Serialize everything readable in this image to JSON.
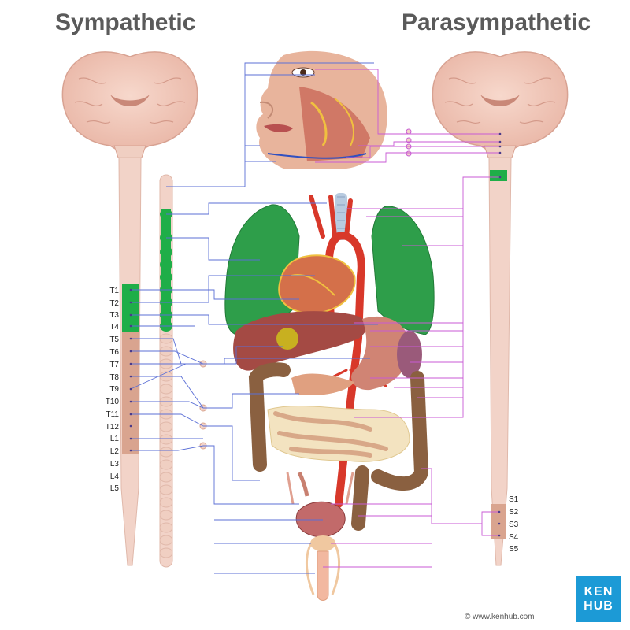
{
  "titles": {
    "left": "Sympathetic",
    "right": "Parasympathetic"
  },
  "segments": {
    "thoracolumbar": [
      "T1",
      "T2",
      "T3",
      "T4",
      "T5",
      "T6",
      "T7",
      "T8",
      "T9",
      "T10",
      "T11",
      "T12",
      "L1",
      "L2",
      "L3",
      "L4",
      "L5"
    ],
    "sacral": [
      "S1",
      "S2",
      "S3",
      "S4",
      "S5"
    ]
  },
  "colors": {
    "cord": "#f2d3c8",
    "cord_stroke": "#e0b8aa",
    "highlight_green": "#1fae48",
    "highlight_tan": "#d9a48f",
    "sympathetic_line": "#5b6fd6",
    "parasympathetic_line": "#c85ad4",
    "lung": "#2e9e4a",
    "logo": "#1c9ad6"
  },
  "footer": {
    "copyright": "© www.kenhub.com",
    "logo_line1": "KEN",
    "logo_line2": "HUB"
  }
}
